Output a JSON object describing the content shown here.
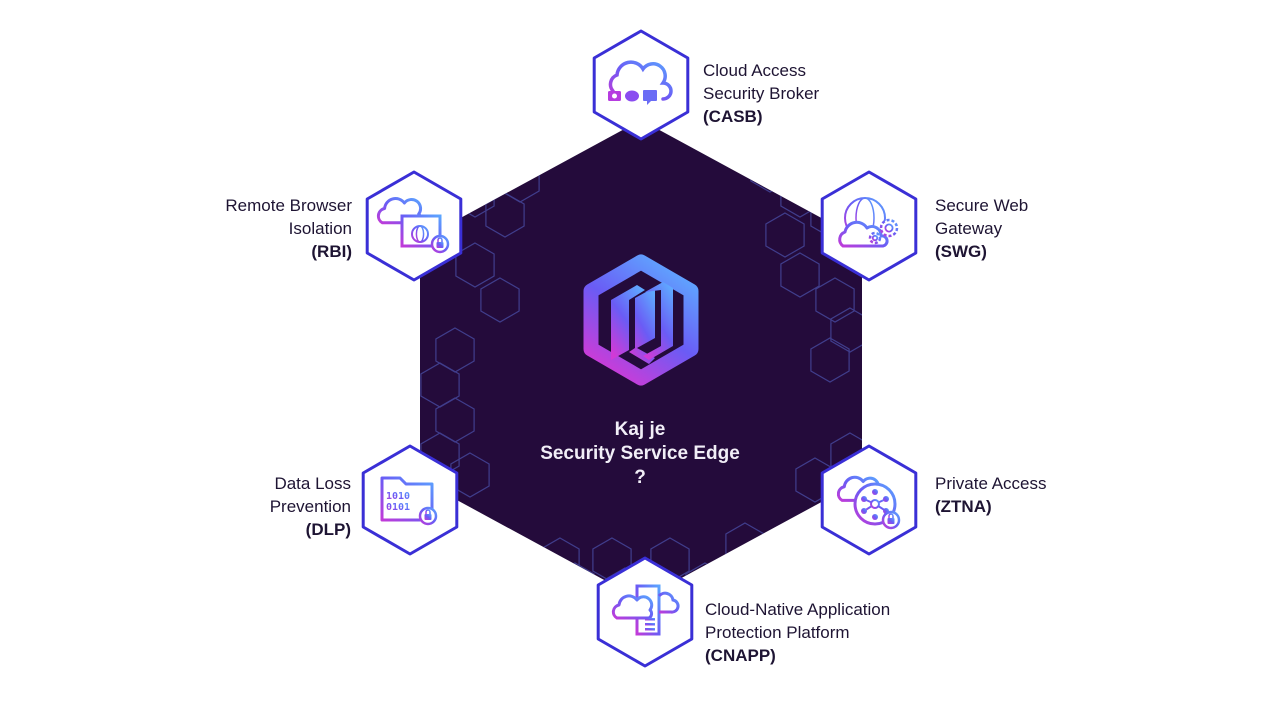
{
  "center": {
    "title_line1": "Kaj je",
    "title_line2": "Security Service Edge",
    "title_line3": "?",
    "logo_icon": "sse-hexagon-logo-icon"
  },
  "colors": {
    "background": "#ffffff",
    "center_hexagon": "#240b3b",
    "node_border": "#3a2fd6",
    "pattern_stroke": "#4a4fa8",
    "gradient_start": "#c23ad8",
    "gradient_mid": "#6a5cf5",
    "gradient_end": "#5ba5ff",
    "text": "#1e1433",
    "center_text": "#f1eef7"
  },
  "nodes": [
    {
      "id": "casb",
      "lines": [
        "Cloud Access",
        "Security Broker"
      ],
      "abbr": "(CASB)",
      "icon": "cloud-apps-icon"
    },
    {
      "id": "swg",
      "lines": [
        "Secure Web",
        "Gateway"
      ],
      "abbr": "(SWG)",
      "icon": "globe-cloud-gear-icon"
    },
    {
      "id": "ztna",
      "lines": [
        "Private Access"
      ],
      "abbr": "(ZTNA)",
      "icon": "cloud-network-lock-icon"
    },
    {
      "id": "cnapp",
      "lines": [
        "Cloud-Native Application",
        "Protection Platform"
      ],
      "abbr": "(CNAPP)",
      "icon": "cloud-server-icon"
    },
    {
      "id": "dlp",
      "lines": [
        "Data Loss",
        "Prevention"
      ],
      "abbr": "(DLP)",
      "icon": "folder-binary-lock-icon"
    },
    {
      "id": "rbi",
      "lines": [
        "Remote Browser",
        "Isolation"
      ],
      "abbr": "(RBI)",
      "icon": "cloud-browser-lock-icon"
    }
  ]
}
